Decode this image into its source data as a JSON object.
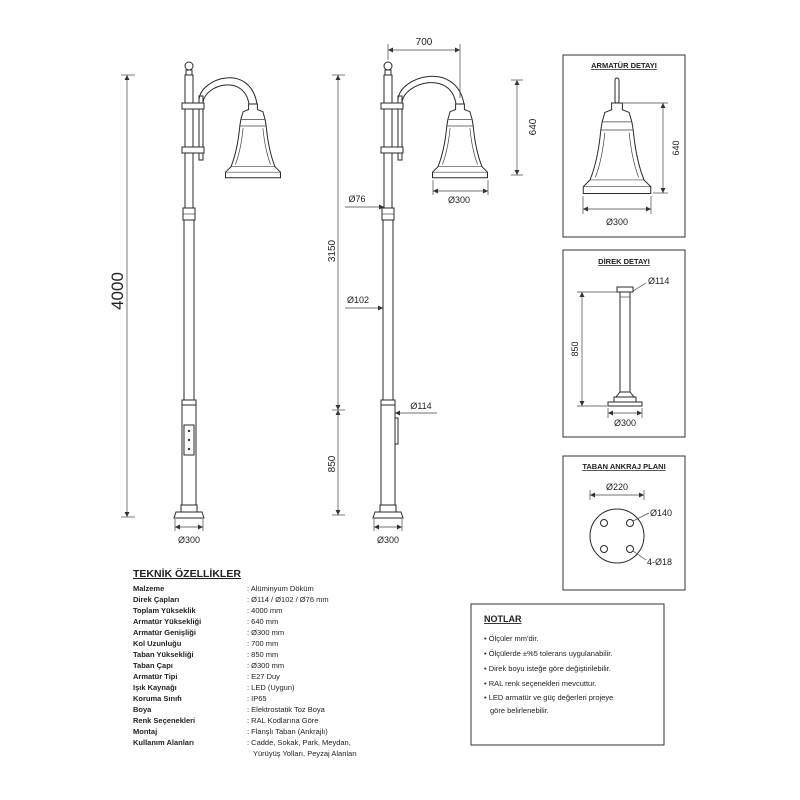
{
  "front_view": {
    "total_height": "4000",
    "plate_diameter": "Ø300"
  },
  "side_view": {
    "arm_length": "700",
    "fixture_height": "640",
    "top_diameter": "Ø76",
    "fixture_diameter": "Ø300",
    "shaft_height": "3150",
    "middle_diameter": "Ø102",
    "base_diameter": "Ø114",
    "base_height": "850",
    "plate_diameter": "Ø300"
  },
  "fixture_detail": {
    "title": "ARMATÜR DETAYI",
    "height": "640",
    "diameter": "Ø300"
  },
  "pole_detail": {
    "title": "DİREK DETAYI",
    "diameter": "Ø114",
    "height": "850",
    "plate_diameter": "Ø300"
  },
  "anchor_plan": {
    "title": "TABAN ANKRAJ PLANI",
    "plate_diameter": "Ø220",
    "bolt_circle": "Ø140",
    "holes": "4-Ø18"
  },
  "specs": {
    "title": "TEKNİK ÖZELLİKLER",
    "rows": [
      {
        "label": "Malzeme",
        "value": ": Alüminyum Döküm"
      },
      {
        "label": "Direk Çapları",
        "value": ": Ø114 / Ø102 / Ø76 mm"
      },
      {
        "label": "Toplam Yükseklik",
        "value": ": 4000 mm"
      },
      {
        "label": "Armatür Yüksekliği",
        "value": ": 640 mm"
      },
      {
        "label": "Armatür Genişliği",
        "value": ": Ø300 mm"
      },
      {
        "label": "Kol Uzunluğu",
        "value": ": 700 mm"
      },
      {
        "label": "Taban Yüksekliği",
        "value": ": 850 mm"
      },
      {
        "label": "Taban Çapı",
        "value": ": Ø300 mm"
      },
      {
        "label": "Armatür Tipi",
        "value": ": E27 Duy"
      },
      {
        "label": "Işık Kaynağı",
        "value": ": LED (Uygun)"
      },
      {
        "label": "Koruma Sınıfı",
        "value": ": IP65"
      },
      {
        "label": "Boya",
        "value": ": Elektrostatik Toz Boya"
      },
      {
        "label": "Renk Seçenekleri",
        "value": ": RAL Kodlarına Göre"
      },
      {
        "label": "Montaj",
        "value": ": Flanşlı Taban (Ankrajlı)"
      },
      {
        "label": "Kullanım Alanları",
        "value": ": Cadde, Sokak, Park, Meydan,",
        "value_cont": "Yürüyüş Yolları, Peyzaj Alanları"
      }
    ]
  },
  "notes": {
    "title": "NOTLAR",
    "items": [
      {
        "text": "• Ölçüler mm'dir."
      },
      {
        "text": "• Ölçülerde ±%5 tolerans uygulanabilir."
      },
      {
        "text": "• Direk boyu isteğe göre değiştirilebilir."
      },
      {
        "text": "• RAL renk seçenekleri mevcuttur."
      },
      {
        "text": "• LED armatür ve güç değerleri projeye",
        "text_cont": "göre belirlenebilir."
      }
    ]
  }
}
